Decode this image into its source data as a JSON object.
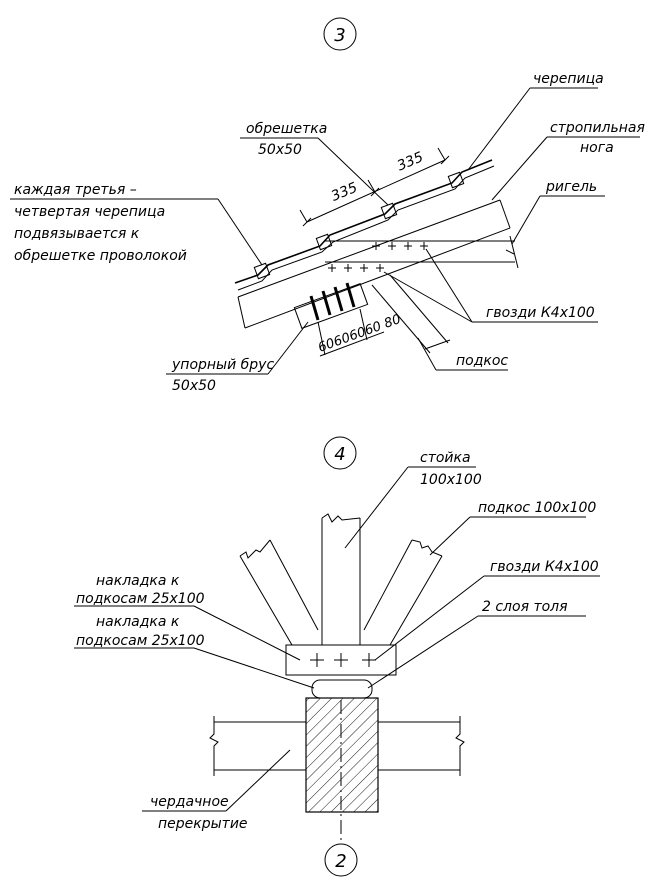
{
  "detail3": {
    "marker": "3",
    "labels": {
      "cherepitsa": "черепица",
      "obreshetka_1": "обрешетка",
      "obreshetka_2": "50х50",
      "dim_335_a": "335",
      "dim_335_b": "335",
      "stropilnaya_1": "стропильная",
      "stropilnaya_2": "нога",
      "note_1": "каждая третья –",
      "note_2": "четвертая черепица",
      "note_3": "подвязывается к",
      "note_4": "обрешетке проволокой",
      "rigel": "ригель",
      "gvozdi": "гвозди  К4х100",
      "dims_small": "60606060 80",
      "upornyi_1": "упорный  брус",
      "upornyi_2": "50х50",
      "podkos": "подкос"
    }
  },
  "detail4": {
    "marker": "4",
    "marker_bottom": "2",
    "labels": {
      "stoika_1": "стойка",
      "stoika_2": "100х100",
      "podkos": "подкос 100х100",
      "gvozdi": "гвозди  К4х100",
      "toli": "2 слоя толя",
      "nakladka1_1": "накладка к",
      "nakladka1_2": "подкосам 25х100",
      "nakladka2_1": "накладка к",
      "nakladka2_2": "подкосам 25х100",
      "cherdak_1": "чердачное",
      "cherdak_2": "перекрытие"
    }
  }
}
